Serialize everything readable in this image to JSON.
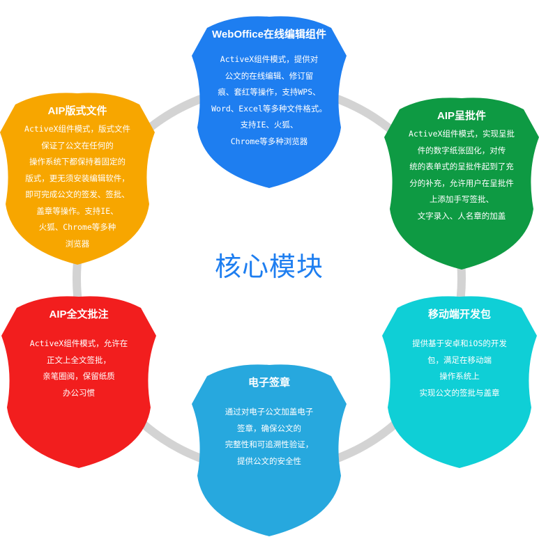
{
  "center_title": "核心模块",
  "colors": {
    "ring": "#d3d3d3",
    "center": "#1e7ef0"
  },
  "modules": [
    {
      "id": "webofffice",
      "title": "WebOffice在线编辑组件",
      "color": "#1e7ef0",
      "lines": [
        "ActiveX组件模式，提供对",
        "公文的在线编辑、修订留",
        "痕、套红等操作，支持WPS、",
        "Word、Excel等多种文件格式。",
        "支持IE、火狐、",
        "Chrome等多种浏览器"
      ]
    },
    {
      "id": "aip-format",
      "title": "AIP版式文件",
      "color": "#f7a600",
      "lines": [
        "ActiveX组件模式，版式文件",
        "保证了公文在任何的",
        "操作系统下都保持着固定的",
        "版式，更无须安装编辑软件，",
        "即可完成公文的签发、签批、",
        "盖章等操作。支持IE、",
        "火狐、Chrome等多种",
        "浏览器"
      ]
    },
    {
      "id": "aip-approval",
      "title": "AIP呈批件",
      "color": "#0e9a43",
      "lines": [
        "ActiveX组件模式，实现呈批",
        "件的数字纸张固化，对传",
        "统的表单式的呈批件起到了充",
        "分的补充，允许用户在呈批件",
        "上添加手写签批、",
        "文字录入、人名章的加盖"
      ]
    },
    {
      "id": "aip-annotation",
      "title": "AIP全文批注",
      "color": "#f21e1e",
      "lines": [
        "ActiveX组件模式，允许在",
        "正文上全文签批，",
        "亲笔圈阅，保留纸质",
        "办公习惯"
      ]
    },
    {
      "id": "e-seal",
      "title": "电子签章",
      "color": "#27a8de",
      "lines": [
        "通过对电子公文加盖电子",
        "签章，确保公文的",
        "完整性和可追溯性验证，",
        "提供公文的安全性"
      ]
    },
    {
      "id": "mobile-sdk",
      "title": "移动端开发包",
      "color": "#0fcfd6",
      "lines": [
        "提供基于安卓和iOS的开发",
        "包，满足在移动端",
        "操作系统上",
        "实现公文的签批与盖章"
      ]
    }
  ]
}
